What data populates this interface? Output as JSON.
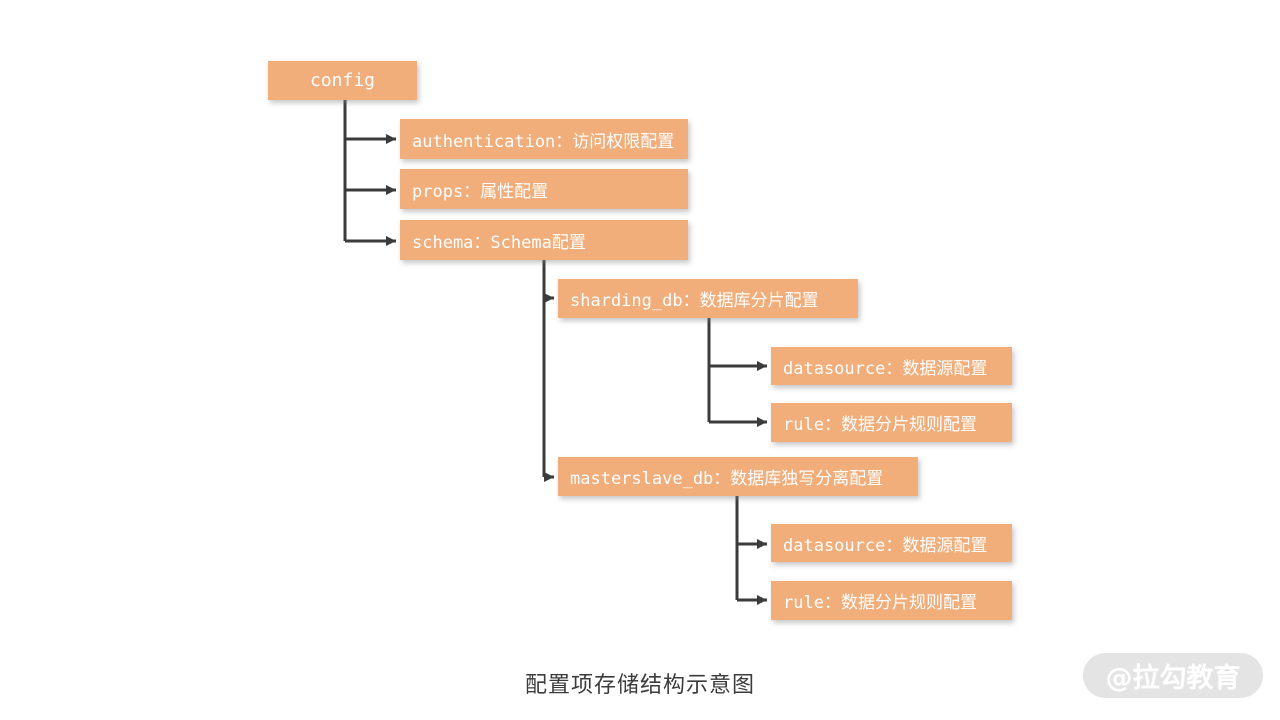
{
  "diagram": {
    "caption": "配置项存储结构示意图",
    "watermark": "@拉勾教育",
    "colors": {
      "background": "#ffffff",
      "node_fill": "#f1ad7a",
      "node_text": "#ffffff",
      "connector": "#3b3b3b",
      "caption_text": "#3c3c3c",
      "watermark_bg": "#e4e4e4",
      "watermark_text": "#ffffff"
    },
    "nodes": [
      {
        "id": "config",
        "label": "config",
        "parent": null
      },
      {
        "id": "authentication",
        "label": "authentication：访问权限配置",
        "parent": "config"
      },
      {
        "id": "props",
        "label": "props：属性配置",
        "parent": "config"
      },
      {
        "id": "schema",
        "label": "schema：Schema配置",
        "parent": "config"
      },
      {
        "id": "sharding_db",
        "label": "sharding_db：数据库分片配置",
        "parent": "schema"
      },
      {
        "id": "sharding_datasource",
        "label": "datasource：数据源配置",
        "parent": "sharding_db"
      },
      {
        "id": "sharding_rule",
        "label": "rule：数据分片规则配置",
        "parent": "sharding_db"
      },
      {
        "id": "masterslave_db",
        "label": "masterslave_db：数据库独写分离配置",
        "parent": "schema"
      },
      {
        "id": "masterslave_datasource",
        "label": "datasource：数据源配置",
        "parent": "masterslave_db"
      },
      {
        "id": "masterslave_rule",
        "label": "rule：数据分片规则配置",
        "parent": "masterslave_db"
      }
    ]
  }
}
